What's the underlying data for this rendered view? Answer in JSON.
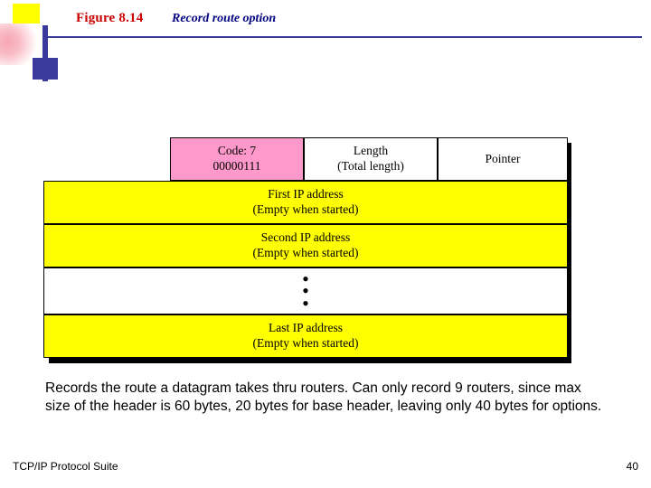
{
  "header": {
    "figure_label": "Figure 8.14",
    "figure_title": "Record route option"
  },
  "diagram": {
    "rows": [
      {
        "cells": [
          {
            "name": "code-field",
            "line1": "Code: 7",
            "line2": "00000111",
            "color": "#ff99cc"
          },
          {
            "name": "length-field",
            "line1": "Length",
            "line2": "(Total length)",
            "color": "#ffffff"
          },
          {
            "name": "pointer-field",
            "line1": "Pointer",
            "line2": "",
            "color": "#ffffff"
          }
        ]
      },
      {
        "cells": [
          {
            "name": "first-ip-field",
            "line1": "First IP address",
            "line2": "(Empty when started)",
            "color": "#ffff00"
          }
        ]
      },
      {
        "cells": [
          {
            "name": "second-ip-field",
            "line1": "Second IP address",
            "line2": "(Empty when started)",
            "color": "#ffff00"
          }
        ]
      },
      {
        "cells": [
          {
            "name": "ellipsis-field",
            "line1": "",
            "line2": "",
            "color": "#ffffff"
          }
        ]
      },
      {
        "cells": [
          {
            "name": "last-ip-field",
            "line1": "Last IP address",
            "line2": "(Empty when started)",
            "color": "#ffff00"
          }
        ]
      }
    ],
    "ellipsis_glyph": "•"
  },
  "body": {
    "paragraph": "Records the route a datagram takes thru routers.  Can only record 9 routers, since max size of the header is 60 bytes, 20 bytes for base header, leaving only 40 bytes for options."
  },
  "footer": {
    "left": "TCP/IP Protocol Suite",
    "page_number": "40"
  },
  "colors": {
    "accent_blue": "#3a3a9c",
    "figure_label_red": "#cc0000",
    "figure_title_blue": "#000080",
    "pink": "#ff99cc",
    "yellow": "#ffff00"
  }
}
